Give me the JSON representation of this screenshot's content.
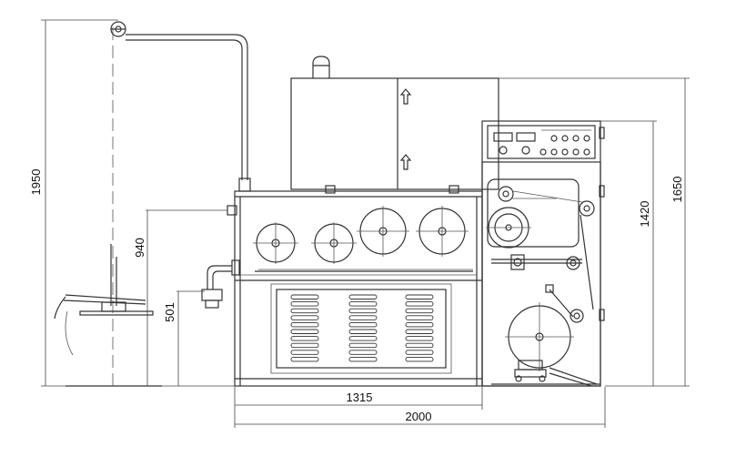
{
  "dimensions": {
    "height_total": "1950",
    "height_cabinet": "1650",
    "height_panel": "1420",
    "height_upper": "940",
    "height_lower": "501",
    "width_body": "1315",
    "width_total": "2000"
  }
}
